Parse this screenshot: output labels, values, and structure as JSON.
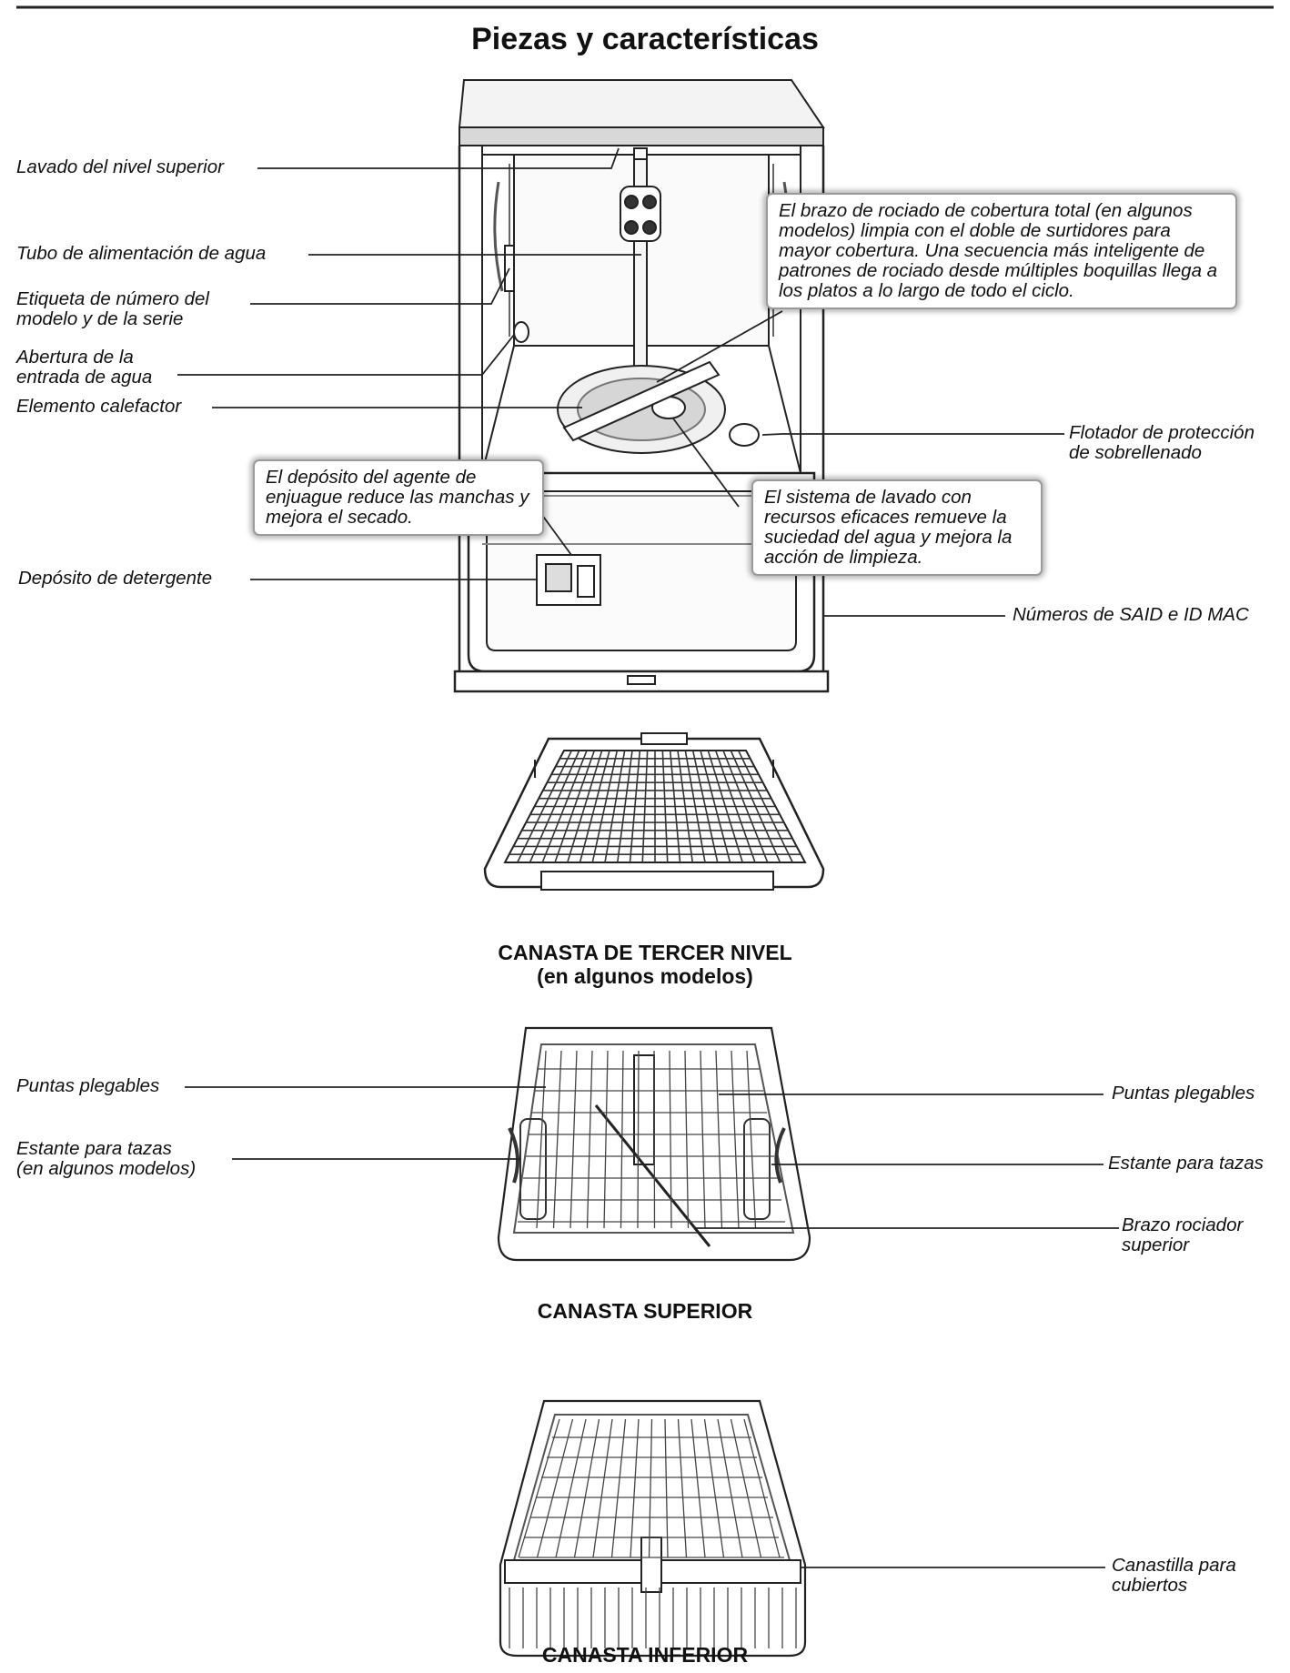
{
  "title": "Piezas y características",
  "labels": {
    "top_level_wash": "Lavado del nivel superior",
    "water_supply_tube": "Tubo de alimentación de agua",
    "model_serial_label": "Etiqueta de número del\nmodelo y de la serie",
    "water_inlet_opening": "Abertura de la\nentrada de agua",
    "heating_element": "Elemento calefactor",
    "overfill_float": "Flotador de protección\nde sobrellenado",
    "detergent_dispenser": "Depósito de detergente",
    "said_mac": "Números de SAID e ID MAC",
    "fold_down_tines_left": "Puntas plegables",
    "cup_shelf_left": "Estante para tazas\n(en algunos modelos)",
    "fold_down_tines_right": "Puntas plegables",
    "cup_shelf_right": "Estante para tazas",
    "upper_spray_arm": "Brazo rociador\nsuperior",
    "silverware_basket": "Canastilla para\ncubiertos"
  },
  "callouts": {
    "spray_arm": "El brazo de rociado de cobertura total (en algunos modelos) limpia con el doble de surtidores para mayor cobertura. Una secuencia más inteligente de patrones de rociado desde múltiples boquillas llega a los platos a lo largo de todo el ciclo.",
    "rinse_aid": "El depósito del agente de enjuague reduce las manchas y mejora el secado.",
    "wash_system": "El sistema de lavado con recursos eficaces remueve la suciedad del agua y mejora la acción de limpieza."
  },
  "captions": {
    "third_level": "CANASTA DE TERCER NIVEL\n(en algunos modelos)",
    "upper": "CANASTA SUPERIOR",
    "lower": "CANASTA INFERIOR"
  }
}
